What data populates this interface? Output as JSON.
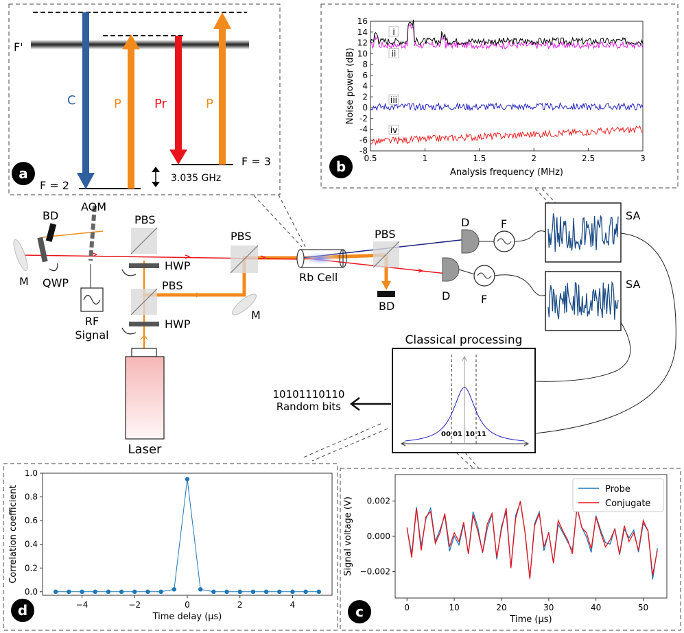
{
  "panel_a": {
    "badge": "a",
    "level_upper": "F'",
    "level_f2": "F = 2",
    "level_f3": "F = 3",
    "splitting": "3.035 GHz",
    "beam_c": "C",
    "beam_p1": "P",
    "beam_pr": "Pr",
    "beam_p2": "P",
    "colors": {
      "c": "#2f5f9f",
      "p": "#f28a1c",
      "pr": "#e8141c"
    }
  },
  "panel_b": {
    "badge": "b",
    "xlabel": "Analysis frequency (MHz)",
    "ylabel": "Noise power (dB)",
    "trace_labels": [
      "i",
      "ii",
      "iii",
      "iv"
    ]
  },
  "setup": {
    "bd_top": "BD",
    "aom": "AOM",
    "m_left": "M",
    "qwp": "QWP",
    "rf_signal_1": "RF",
    "rf_signal_2": "Signal",
    "pbs_1": "PBS",
    "pbs_2": "PBS",
    "pbs_3": "PBS",
    "pbs_4": "PBS",
    "hwp_1": "HWP",
    "hwp_2": "HWP",
    "m_mid": "M",
    "rb_cell": "Rb Cell",
    "bd_bottom": "BD",
    "d_1": "D",
    "d_2": "D",
    "f_1": "F",
    "f_2": "F",
    "sa_1": "SA",
    "sa_2": "SA",
    "laser": "Laser",
    "processing_title": "Classical processing",
    "bits": "10101110110",
    "bits_label": "Random bits",
    "bins": [
      "00",
      "01",
      "10",
      "11"
    ]
  },
  "panel_c": {
    "badge": "c"
  },
  "panel_d": {
    "badge": "d"
  },
  "chart_data": [
    {
      "type": "line",
      "ylabel": "Noise power (dB)",
      "xlabel": "Analysis frequency (MHz)",
      "xlim": [
        0.5,
        3
      ],
      "ylim": [
        -8,
        16
      ],
      "x_ticks": [
        "0.5",
        "1",
        "1.5",
        "2",
        "2.5",
        "3"
      ],
      "y_ticks": [
        "16",
        "14",
        "12",
        "10",
        "8",
        "6",
        "4",
        "2",
        "0",
        "-2",
        "-4",
        "-6",
        "-8"
      ],
      "series": [
        {
          "name": "i",
          "color": "#000000",
          "level": 12.3
        },
        {
          "name": "ii",
          "color": "#e020e0",
          "level": 11.6
        },
        {
          "name": "iii",
          "color": "#2020c0",
          "level": 0.2
        },
        {
          "name": "iv",
          "color": "#e82020",
          "start": -6.3,
          "end": -4.0
        }
      ]
    },
    {
      "type": "line",
      "xlabel": "Time (μs)",
      "ylabel": "Signal voltage (V)",
      "xlim": [
        -2.5,
        55
      ],
      "ylim": [
        -0.0035,
        0.0035
      ],
      "x_ticks": [
        "0",
        "10",
        "20",
        "30",
        "40",
        "50"
      ],
      "y_ticks": [
        "0.002",
        "0.000",
        "-0.002"
      ],
      "legend": {
        "position": "top-right"
      },
      "series": [
        {
          "name": "Probe",
          "color": "#1f77b4"
        },
        {
          "name": "Conjugate",
          "color": "#e8141c"
        }
      ],
      "time": [
        0,
        1,
        2,
        3,
        4,
        5,
        6,
        7,
        8,
        9,
        10,
        11,
        12,
        13,
        14,
        15,
        16,
        17,
        18,
        19,
        20,
        21,
        22,
        23,
        24,
        25,
        26,
        27,
        28,
        29,
        30,
        31,
        32,
        33,
        34,
        35,
        36,
        37,
        38,
        39,
        40,
        41,
        42,
        43,
        44,
        45,
        46,
        47,
        48,
        49,
        50,
        51,
        52,
        53
      ],
      "values": [
        0.0005,
        -0.0012,
        0.0016,
        -0.0008,
        0.0011,
        0.0014,
        -0.0004,
        0.0002,
        0.0013,
        -0.0006,
        0.0002,
        -0.0003,
        0.0008,
        -0.001,
        0.0012,
        0.0003,
        -0.0009,
        0.0007,
        0.0013,
        -0.0012,
        0.0004,
        0.0016,
        -0.0018,
        0.001,
        0.002,
        0.0002,
        -0.0024,
        0.0006,
        0.0013,
        -0.0006,
        0.0002,
        -0.0015,
        0.0009,
        0.0003,
        -0.0002,
        -0.001,
        0.0017,
        0.0005,
        0.0002,
        -0.0007,
        0.0011,
        0.0002,
        -0.0006,
        -0.0002,
        0.0004,
        -0.001,
        0.0006,
        -0.0003,
        0.0002,
        -0.0008,
        0.0009,
        0.0003,
        -0.0022,
        -0.0008
      ]
    },
    {
      "type": "line",
      "xlabel": "Time delay (μs)",
      "ylabel": "Correlation coefficient",
      "xlim": [
        -5.5,
        5.5
      ],
      "ylim": [
        -0.03,
        1.0
      ],
      "x_ticks": [
        "-4",
        "-2",
        "0",
        "2",
        "4"
      ],
      "y_ticks": [
        "1.0",
        "0.8",
        "0.6",
        "0.4",
        "0.2",
        "0.0"
      ],
      "x": [
        -5.0,
        -4.5,
        -4.0,
        -3.5,
        -3.0,
        -2.5,
        -2.0,
        -1.5,
        -1.0,
        -0.5,
        0.0,
        0.5,
        1.0,
        1.5,
        2.0,
        2.5,
        3.0,
        3.5,
        4.0,
        4.5,
        5.0
      ],
      "y": [
        0.0,
        0.0,
        0.0,
        0.0,
        0.0,
        0.0,
        0.0,
        0.0,
        0.0,
        0.02,
        0.95,
        0.02,
        0.0,
        0.0,
        0.0,
        0.0,
        0.0,
        0.0,
        0.0,
        0.0,
        0.0
      ]
    }
  ]
}
